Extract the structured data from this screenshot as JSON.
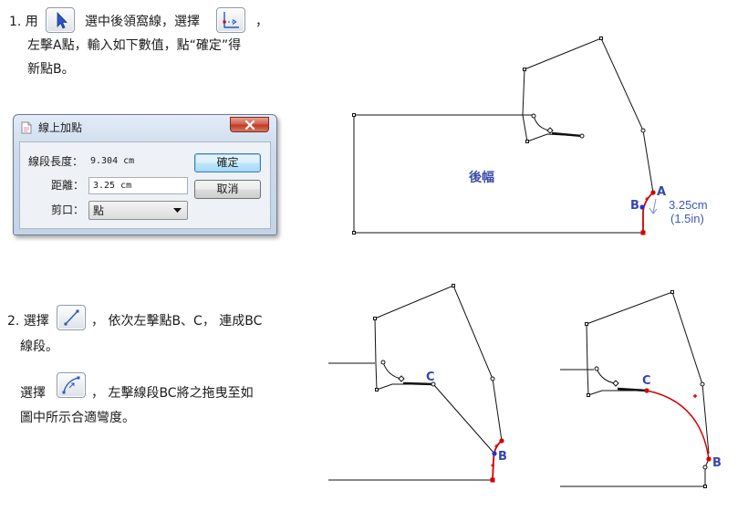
{
  "step1": {
    "prefix": "1. 用",
    "text_after_select_tool": "選中後領窩線，選擇",
    "text_after_add_point_tool": "，",
    "line2": "左擊A點，輸入如下數值，點“確定”得",
    "line3": "新點B。"
  },
  "dialog": {
    "title": "線上加點",
    "segment_length_label": "線段長度：",
    "segment_length_value": "9.304 cm",
    "distance_label": "距離：",
    "distance_value": "3.25 cm",
    "notch_label": "剪口：",
    "notch_value": "點",
    "ok_label": "確定",
    "cancel_label": "取消"
  },
  "step2": {
    "prefix": "2. 選擇",
    "text_after_line_tool": "， 依次左擊點B、C， 連成BC",
    "line2": "線段。",
    "prefix_b": "選擇",
    "text_after_curve_tool": "， 左擊線段BC將之拖曳至如",
    "line4": "圖中所示合適彎度。"
  },
  "diagram_add_point": {
    "panel_label": "後幅",
    "point_a": "A",
    "point_b": "B",
    "distance_cm": "3.25cm",
    "distance_in": "(1.5in)"
  },
  "diagram_line_bc": {
    "point_c": "C",
    "point_b": "B"
  },
  "diagram_curve_bc": {
    "point_c": "C",
    "point_b": "B"
  },
  "icons": {
    "select_tool": "pointer-icon",
    "add_point_tool": "add-point-on-line-icon",
    "line_tool": "line-segment-icon",
    "curve_tool": "bend-curve-icon",
    "dialog": "document-icon",
    "close": "close-icon",
    "dropdown": "chevron-down-icon"
  },
  "colors": {
    "point_label": "#3347b0",
    "curve_red": "#d40000",
    "dialog_close": "#c9473f",
    "ok_focus": "#3c7fb1"
  }
}
